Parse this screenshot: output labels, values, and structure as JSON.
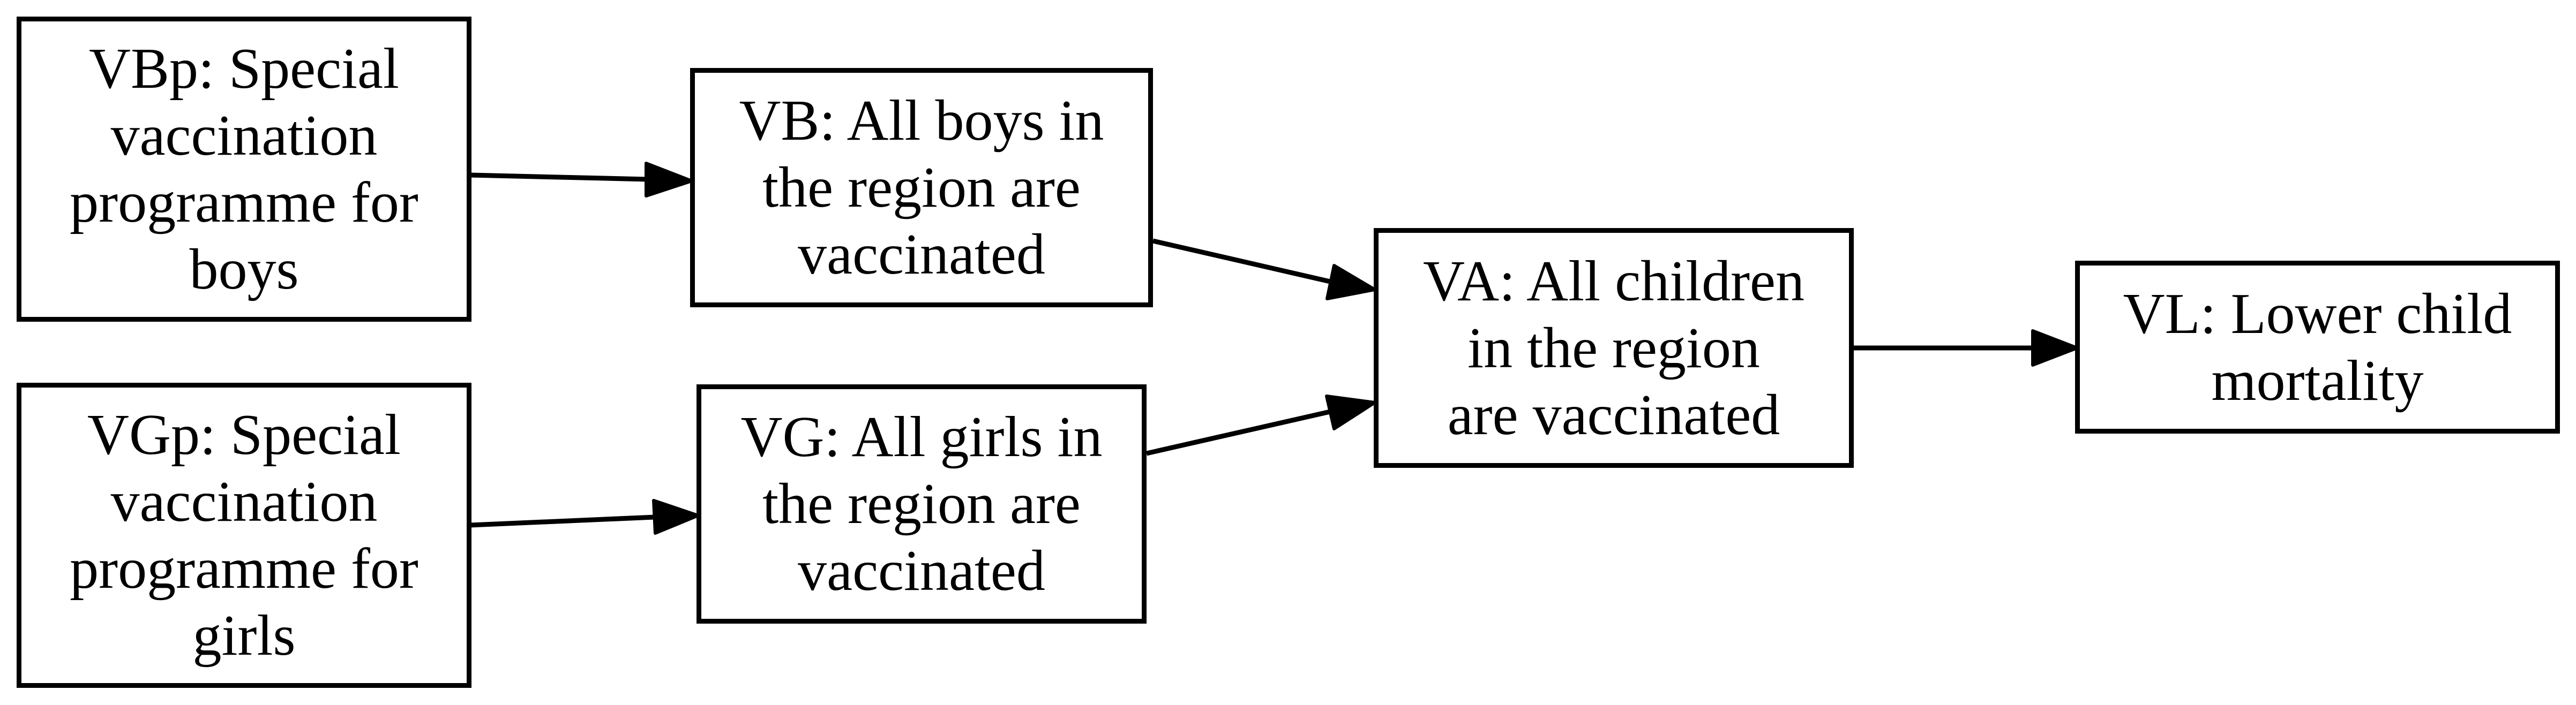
{
  "diagram": {
    "type": "causal-chain",
    "nodes": [
      {
        "id": "VBp",
        "label": "VBp: Special\nvaccination\nprogramme for\nboys"
      },
      {
        "id": "VB",
        "label": "VB: All boys in\nthe region are\nvaccinated"
      },
      {
        "id": "VGp",
        "label": "VGp: Special\nvaccination\nprogramme for\ngirls"
      },
      {
        "id": "VG",
        "label": "VG: All girls in\nthe region are\nvaccinated"
      },
      {
        "id": "VA",
        "label": "VA: All children\nin the region\nare vaccinated"
      },
      {
        "id": "VL",
        "label": "VL: Lower child\nmortality"
      }
    ],
    "edges": [
      {
        "from": "VBp",
        "to": "VB"
      },
      {
        "from": "VGp",
        "to": "VG"
      },
      {
        "from": "VB",
        "to": "VA"
      },
      {
        "from": "VG",
        "to": "VA"
      },
      {
        "from": "VA",
        "to": "VL"
      }
    ],
    "colors": {
      "stroke": "#000000",
      "fill": "#ffffff",
      "text": "#000000"
    }
  }
}
